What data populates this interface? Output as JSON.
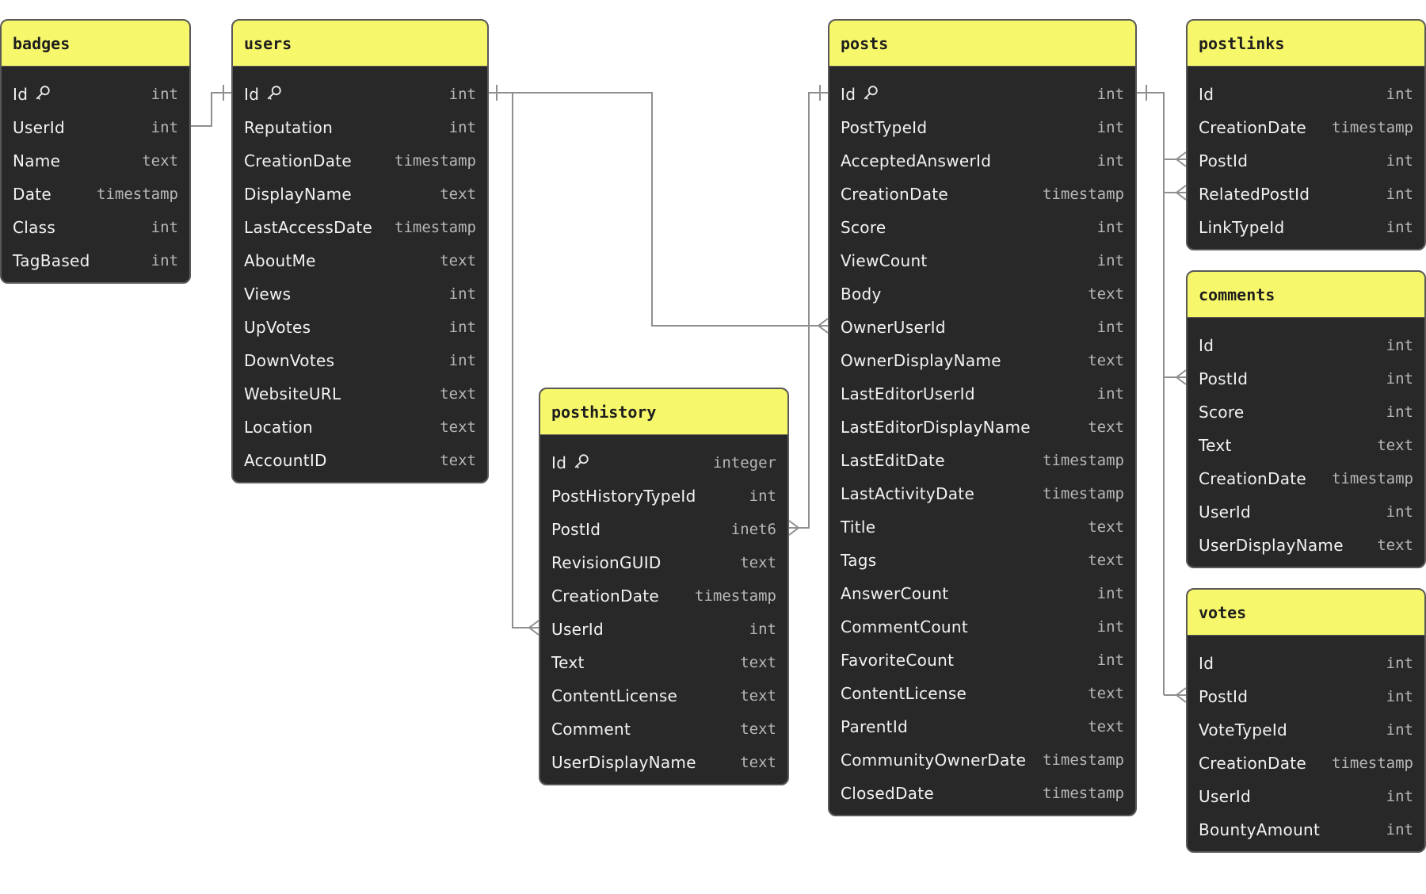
{
  "diagram": {
    "tables": [
      {
        "id": "badges",
        "name": "badges",
        "columns": [
          {
            "name": "Id",
            "type": "int",
            "pk": true
          },
          {
            "name": "UserId",
            "type": "int"
          },
          {
            "name": "Name",
            "type": "text"
          },
          {
            "name": "Date",
            "type": "timestamp"
          },
          {
            "name": "Class",
            "type": "int"
          },
          {
            "name": "TagBased",
            "type": "int"
          }
        ]
      },
      {
        "id": "users",
        "name": "users",
        "columns": [
          {
            "name": "Id",
            "type": "int",
            "pk": true
          },
          {
            "name": "Reputation",
            "type": "int"
          },
          {
            "name": "CreationDate",
            "type": "timestamp"
          },
          {
            "name": "DisplayName",
            "type": "text"
          },
          {
            "name": "LastAccessDate",
            "type": "timestamp"
          },
          {
            "name": "AboutMe",
            "type": "text"
          },
          {
            "name": "Views",
            "type": "int"
          },
          {
            "name": "UpVotes",
            "type": "int"
          },
          {
            "name": "DownVotes",
            "type": "int"
          },
          {
            "name": "WebsiteURL",
            "type": "text"
          },
          {
            "name": "Location",
            "type": "text"
          },
          {
            "name": "AccountID",
            "type": "text"
          }
        ]
      },
      {
        "id": "posthistory",
        "name": "posthistory",
        "columns": [
          {
            "name": "Id",
            "type": "integer",
            "pk": true
          },
          {
            "name": "PostHistoryTypeId",
            "type": "int"
          },
          {
            "name": "PostId",
            "type": "inet6"
          },
          {
            "name": "RevisionGUID",
            "type": "text"
          },
          {
            "name": "CreationDate",
            "type": "timestamp"
          },
          {
            "name": "UserId",
            "type": "int"
          },
          {
            "name": "Text",
            "type": "text"
          },
          {
            "name": "ContentLicense",
            "type": "text"
          },
          {
            "name": "Comment",
            "type": "text"
          },
          {
            "name": "UserDisplayName",
            "type": "text"
          }
        ]
      },
      {
        "id": "posts",
        "name": "posts",
        "columns": [
          {
            "name": "Id",
            "type": "int",
            "pk": true
          },
          {
            "name": "PostTypeId",
            "type": "int"
          },
          {
            "name": "AcceptedAnswerId",
            "type": "int"
          },
          {
            "name": "CreationDate",
            "type": "timestamp"
          },
          {
            "name": "Score",
            "type": "int"
          },
          {
            "name": "ViewCount",
            "type": "int"
          },
          {
            "name": "Body",
            "type": "text"
          },
          {
            "name": "OwnerUserId",
            "type": "int"
          },
          {
            "name": "OwnerDisplayName",
            "type": "text"
          },
          {
            "name": "LastEditorUserId",
            "type": "int"
          },
          {
            "name": "LastEditorDisplayName",
            "type": "text"
          },
          {
            "name": "LastEditDate",
            "type": "timestamp"
          },
          {
            "name": "LastActivityDate",
            "type": "timestamp"
          },
          {
            "name": "Title",
            "type": "text"
          },
          {
            "name": "Tags",
            "type": "text"
          },
          {
            "name": "AnswerCount",
            "type": "int"
          },
          {
            "name": "CommentCount",
            "type": "int"
          },
          {
            "name": "FavoriteCount",
            "type": "int"
          },
          {
            "name": "ContentLicense",
            "type": "text"
          },
          {
            "name": "ParentId",
            "type": "text"
          },
          {
            "name": "CommunityOwnerDate",
            "type": "timestamp"
          },
          {
            "name": "ClosedDate",
            "type": "timestamp"
          }
        ]
      },
      {
        "id": "postlinks",
        "name": "postlinks",
        "columns": [
          {
            "name": "Id",
            "type": "int"
          },
          {
            "name": "CreationDate",
            "type": "timestamp"
          },
          {
            "name": "PostId",
            "type": "int"
          },
          {
            "name": "RelatedPostId",
            "type": "int"
          },
          {
            "name": "LinkTypeId",
            "type": "int"
          }
        ]
      },
      {
        "id": "comments",
        "name": "comments",
        "columns": [
          {
            "name": "Id",
            "type": "int"
          },
          {
            "name": "PostId",
            "type": "int"
          },
          {
            "name": "Score",
            "type": "int"
          },
          {
            "name": "Text",
            "type": "text"
          },
          {
            "name": "CreationDate",
            "type": "timestamp"
          },
          {
            "name": "UserId",
            "type": "int"
          },
          {
            "name": "UserDisplayName",
            "type": "text"
          }
        ]
      },
      {
        "id": "votes",
        "name": "votes",
        "columns": [
          {
            "name": "Id",
            "type": "int"
          },
          {
            "name": "PostId",
            "type": "int"
          },
          {
            "name": "VoteTypeId",
            "type": "int"
          },
          {
            "name": "CreationDate",
            "type": "timestamp"
          },
          {
            "name": "UserId",
            "type": "int"
          },
          {
            "name": "BountyAmount",
            "type": "int"
          }
        ]
      }
    ],
    "relations": [
      {
        "from": "badges.UserId",
        "to": "users.Id",
        "cardinality": "many-to-one"
      },
      {
        "from": "posts.OwnerUserId",
        "to": "users.Id",
        "cardinality": "many-to-one"
      },
      {
        "from": "posthistory.UserId",
        "to": "users.Id",
        "cardinality": "many-to-one"
      },
      {
        "from": "posthistory.PostId",
        "to": "posts.Id",
        "cardinality": "many-to-one"
      },
      {
        "from": "postlinks.PostId",
        "to": "posts.Id",
        "cardinality": "many-to-one"
      },
      {
        "from": "postlinks.RelatedPostId",
        "to": "posts.Id",
        "cardinality": "many-to-one"
      },
      {
        "from": "comments.PostId",
        "to": "posts.Id",
        "cardinality": "many-to-one"
      },
      {
        "from": "votes.PostId",
        "to": "posts.Id",
        "cardinality": "many-to-one"
      }
    ],
    "colors": {
      "header": "#f7f76b",
      "body": "#282828",
      "text": "#f2f2f2",
      "type": "#b7b7b7",
      "line": "#8f8f8f"
    },
    "icons": {
      "primary_key": "key-icon"
    }
  }
}
